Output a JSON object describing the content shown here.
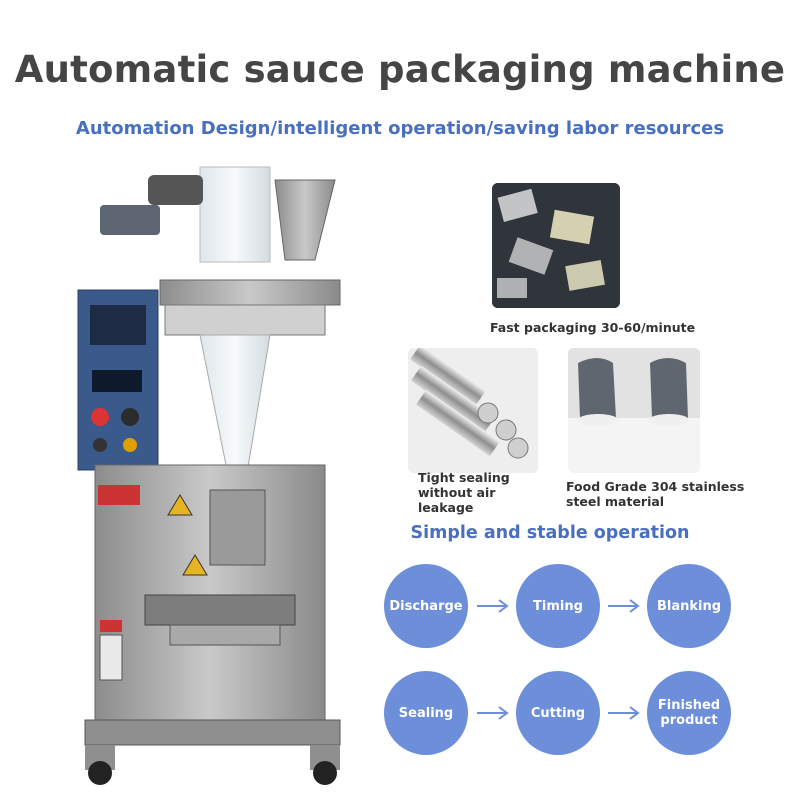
{
  "title": "Automatic sauce packaging machine",
  "subtitle": "Automation Design/intelligent operation/saving labor resources",
  "features": {
    "packets": "Fast packaging 30-60/minute",
    "rods": "Tight sealing without air leakage",
    "shoes": "Food Grade 304 stainless steel material"
  },
  "process": {
    "title": "Simple and stable operation",
    "steps": [
      "Discharge",
      "Timing",
      "Blanking",
      "Sealing",
      "Cutting",
      "Finished product"
    ]
  },
  "colors": {
    "title": "#454545",
    "accent_blue": "#4a6fbd",
    "step_circle": "#6d8ed9",
    "arrow": "#6d8ed9"
  }
}
